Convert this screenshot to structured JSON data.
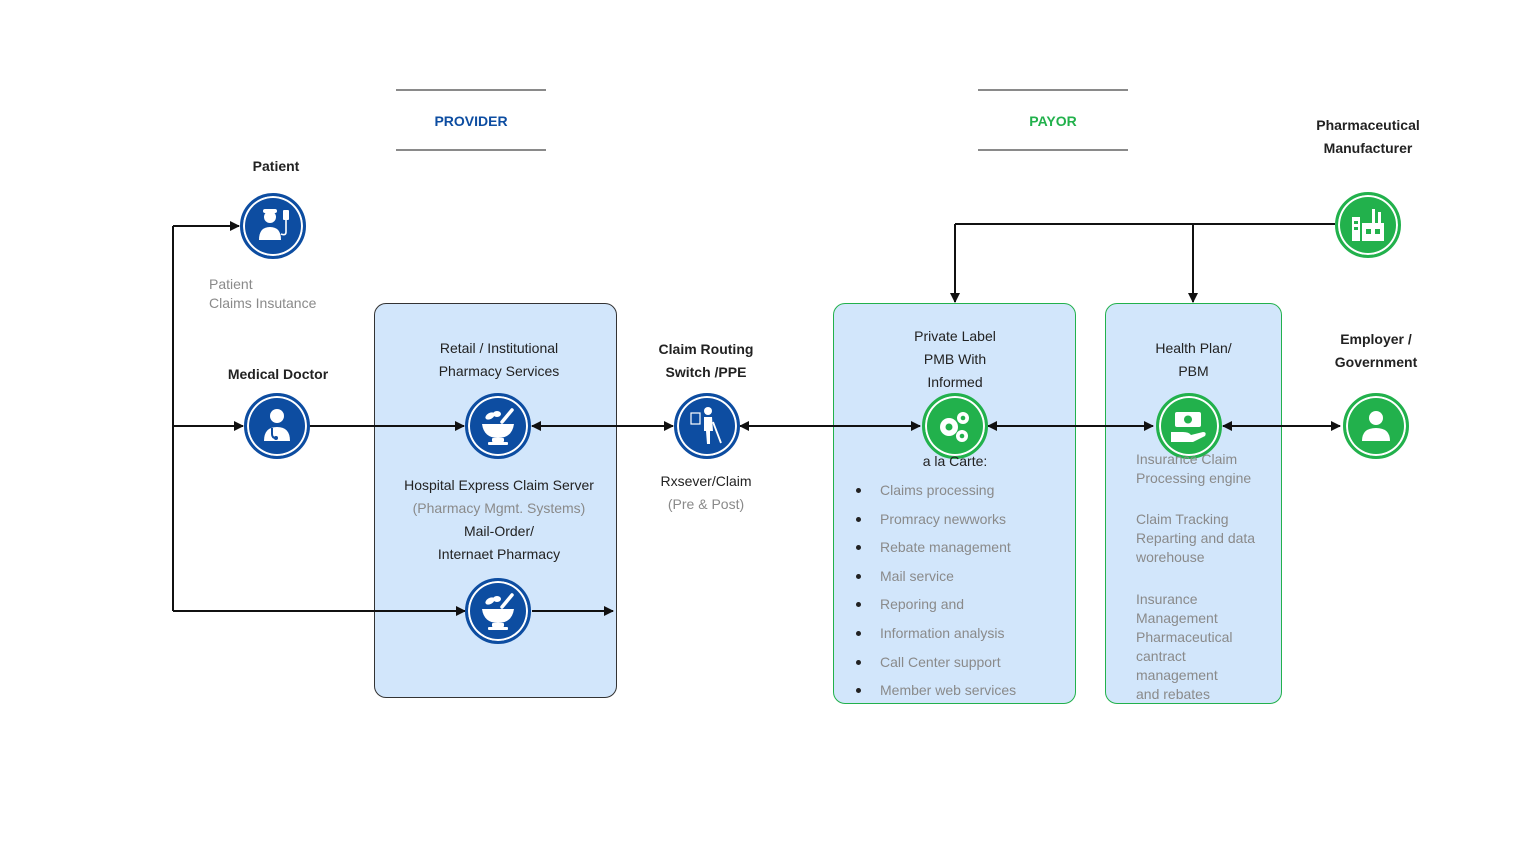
{
  "headers": {
    "provider": "PROVIDER",
    "payor": "PAYOR"
  },
  "colors": {
    "provider_accent": "#0d4da1",
    "payor_accent": "#22b14c",
    "box_fill": "#d2e6fb",
    "muted_text": "#8a8a8a"
  },
  "actors": {
    "patient": "Patient",
    "patient_note": [
      "Patient",
      "Claims Insutance"
    ],
    "medical_doctor": "Medical Doctor",
    "claim_routing": [
      "Claim Routing",
      "Switch /PPE"
    ],
    "pharma_manufacturer": [
      "Pharmaceutical",
      "Manufacturer"
    ],
    "employer": [
      "Employer /",
      "Government"
    ]
  },
  "provider_box": {
    "title": [
      "Retail / Institutional",
      "Pharmacy Services"
    ],
    "hospital": "Hospital Express Claim Server",
    "pms": "(Pharmacy Mgmt. Systems)",
    "mail_order": [
      "Mail-Order/",
      "Internaet Pharmacy"
    ]
  },
  "routing": {
    "rx": "Rxsever/Claim",
    "pre_post": "(Pre & Post)"
  },
  "pbm_box": {
    "title": [
      "Private Label",
      "PMB With",
      "Informed"
    ],
    "subtitle": "a la Carte:",
    "services": [
      "Claims processing",
      "Promracy newworks",
      "Rebate management",
      "Mail service",
      "Reporing and",
      "Information analysis",
      "Call Center support",
      "Member web services"
    ]
  },
  "health_plan_box": {
    "title": [
      "Health Plan/",
      "PBM"
    ],
    "notes": [
      [
        "Insurance Claim",
        "Processing engine"
      ],
      [
        "Claim Tracking",
        "Reparting and data",
        "worehouse"
      ],
      [
        "Insurance",
        "Management",
        "Pharmaceutical",
        "cantract",
        "management",
        "and rebates"
      ]
    ]
  },
  "icons": {
    "patient": "patient-iv-icon",
    "doctor": "doctor-icon",
    "pharmacy": "mortar-pestle-icon",
    "mail_pharmacy": "mortar-pestle-icon",
    "routing": "blind-person-cane-icon",
    "pbm": "gears-icon",
    "health_plan": "cash-hand-icon",
    "employer": "person-icon",
    "manufacturer": "factory-icon"
  }
}
